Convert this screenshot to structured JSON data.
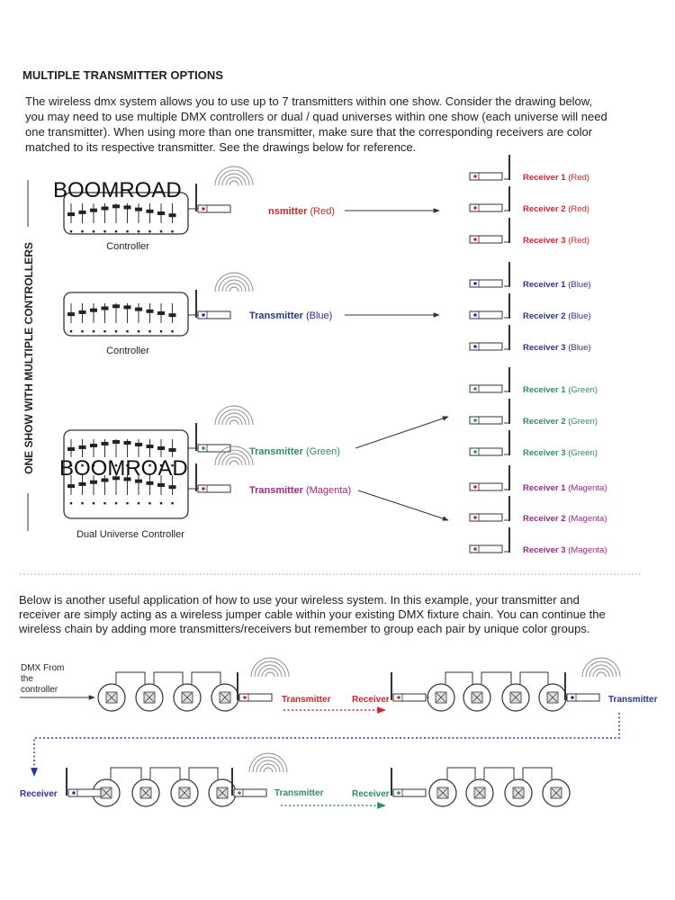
{
  "heading": "MULTIPLE TRANSMITTER OPTIONS",
  "intro_lines": [
    "The wireless dmx system allows you to use up to 7 transmitters within one show.  Consider the drawing below,",
    " you may need to use multiple DMX controllers or dual / quad universes within one show (each universe will need",
    "one transmitter). When using more than one transmitter, make sure that the corresponding receivers are color",
    "matched to its respective transmitter.  See the drawings below for reference."
  ],
  "side_label": "ONE SHOW WITH MULTIPLE CONTROLLERS",
  "brand_stamp": "BOOMROAD",
  "colors": {
    "red": "#d2232a",
    "blue": "#2e3192",
    "green": "#2e8b6e",
    "magenta": "#9b2a87",
    "dark": "#333333"
  },
  "controllers": [
    {
      "label": "Controller"
    },
    {
      "label": "Controller"
    },
    {
      "label": "Dual Universe Controller"
    }
  ],
  "transmitters": [
    {
      "word": "nsmitter",
      "color_name": "(Red)",
      "color": "red"
    },
    {
      "word": "Transmitter",
      "color_name": "(Blue)",
      "color": "blue"
    },
    {
      "word": "Transmitter",
      "color_name": "(Green)",
      "color": "green"
    },
    {
      "word": "Transmitter",
      "color_name": "(Magenta)",
      "color": "magenta"
    }
  ],
  "receivers": [
    {
      "word": "Receiver 1",
      "color_name": "(Red)",
      "color": "red"
    },
    {
      "word": "Receiver 2",
      "color_name": "(Red)",
      "color": "red"
    },
    {
      "word": "Receiver 3",
      "color_name": "(Red)",
      "color": "red"
    },
    {
      "word": "Receiver 1",
      "color_name": "(Blue)",
      "color": "blue"
    },
    {
      "word": "Receiver 2",
      "color_name": "(Blue)",
      "color": "blue"
    },
    {
      "word": "Receiver 3",
      "color_name": "(Blue)",
      "color": "blue"
    },
    {
      "word": "Receiver 1",
      "color_name": "(Green)",
      "color": "green"
    },
    {
      "word": "Receiver 2",
      "color_name": "(Green)",
      "color": "green"
    },
    {
      "word": "Receiver 3",
      "color_name": "(Green)",
      "color": "green"
    },
    {
      "word": "Receiver 1",
      "color_name": "(Magenta)",
      "color": "magenta"
    },
    {
      "word": "Receiver 2",
      "color_name": "(Magenta)",
      "color": "magenta"
    },
    {
      "word": "Receiver 3",
      "color_name": "(Magenta)",
      "color": "magenta"
    }
  ],
  "lower_lines": [
    "Below is another useful application of how to use your wireless system. In this example, your transmitter and",
    "receiver are simply acting as a wireless jumper cable within your existing DMX fixture chain. You can continue the",
    "wireless chain by adding more transmitters/receivers but remember to group each pair by unique color groups."
  ],
  "chain": {
    "source_lines": [
      "DMX From",
      "the",
      "controller"
    ],
    "transmitter_red": "Transmitter",
    "receiver_red": "Receiver",
    "transmitter_blue": "Transmitter",
    "receiver_blue": "Receiver",
    "transmitter_green": "Transmitter",
    "receiver_green": "Receiver"
  }
}
